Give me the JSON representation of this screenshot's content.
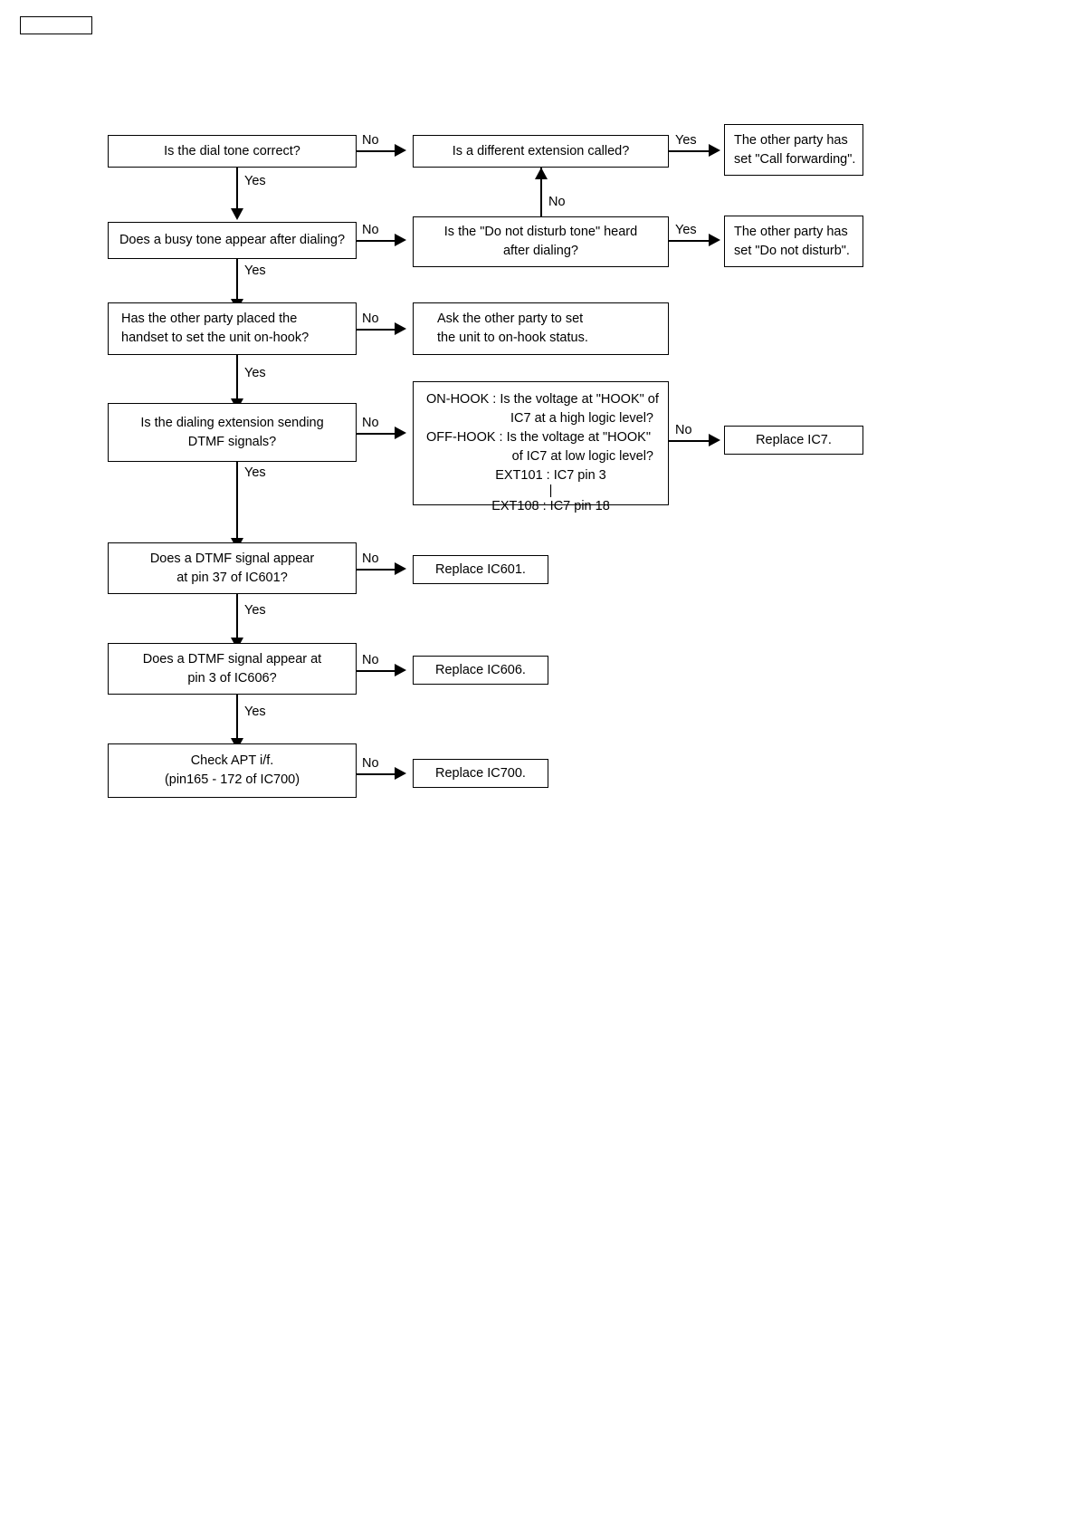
{
  "page": {
    "title": "Troubleshooting flowchart — extension dialing / DTMF",
    "corner_box_label": ""
  },
  "nodes": {
    "dial_tone": "Is the dial tone correct?",
    "different_extension": "Is a different extension called?",
    "call_forwarding": "The other party has\nset \"Call forwarding\".",
    "busy_tone": "Does a busy tone appear after dialing?",
    "dnd_tone": "Is the \"Do not disturb tone\" heard\nafter dialing?",
    "do_not_disturb": "The other party has\nset \"Do not disturb\".",
    "handset_onhook": "Has the other party placed the\nhandset to set the unit on-hook?",
    "ask_onhook": "Ask the other party to set\nthe unit to on-hook status.",
    "dialing_dtmf": "Is the dialing extension sending\nDTMF signals?",
    "hook_check": {
      "line1": "ON-HOOK : Is the voltage at \"HOOK\" of",
      "line2": "IC7 at a high logic level?",
      "line3": "OFF-HOOK : Is the voltage at \"HOOK\"",
      "line4": "of IC7 at low logic level?",
      "line5": "EXT101 : IC7 pin 3",
      "vertical_dots": "|",
      "line6": "EXT108 : IC7 pin 18"
    },
    "replace_ic7": "Replace IC7.",
    "dtmf_ic601": "Does a DTMF signal appear\nat pin 37 of IC601?",
    "replace_ic601": "Replace IC601.",
    "dtmf_ic606": "Does a DTMF signal appear at\npin 3 of IC606?",
    "replace_ic606": "Replace IC606.",
    "check_apt": "Check APT i/f.\n(pin165 - 172 of IC700)",
    "replace_ic700": "Replace IC700."
  },
  "edges": {
    "yes": "Yes",
    "no": "No",
    "labels": {
      "dial_tone_no": "No",
      "dial_tone_yes": "Yes",
      "diff_ext_yes": "Yes",
      "dnd_to_diff_ext_no": "No",
      "busy_tone_no": "No",
      "busy_tone_yes": "Yes",
      "dnd_yes": "Yes",
      "handset_no": "No",
      "handset_yes": "Yes",
      "dtmf_send_no": "No",
      "dtmf_send_yes": "Yes",
      "hook_no": "No",
      "ic601_no": "No",
      "ic601_yes": "Yes",
      "ic606_no": "No",
      "ic606_yes": "Yes",
      "apt_no": "No"
    }
  },
  "colors": {
    "line": "#000000",
    "background": "#ffffff",
    "text": "#000000"
  }
}
